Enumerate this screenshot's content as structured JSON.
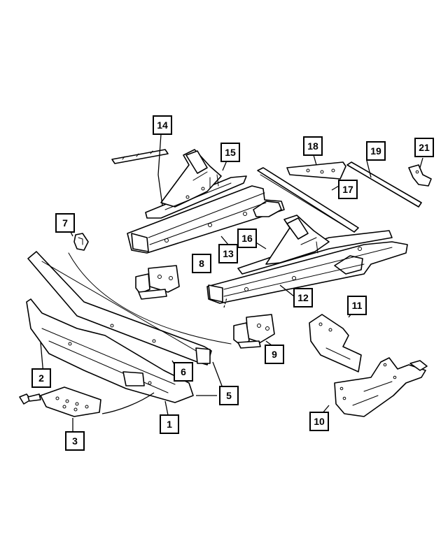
{
  "callouts": [
    {
      "id": "1",
      "label": "1"
    },
    {
      "id": "2",
      "label": "2"
    },
    {
      "id": "3",
      "label": "3"
    },
    {
      "id": "5",
      "label": "5"
    },
    {
      "id": "6",
      "label": "6"
    },
    {
      "id": "7",
      "label": "7"
    },
    {
      "id": "8",
      "label": "8"
    },
    {
      "id": "9",
      "label": "9"
    },
    {
      "id": "10",
      "label": "10"
    },
    {
      "id": "11",
      "label": "11"
    },
    {
      "id": "12",
      "label": "12"
    },
    {
      "id": "13",
      "label": "13"
    },
    {
      "id": "14",
      "label": "14"
    },
    {
      "id": "15",
      "label": "15"
    },
    {
      "id": "16",
      "label": "16"
    },
    {
      "id": "17",
      "label": "17"
    },
    {
      "id": "18",
      "label": "18"
    },
    {
      "id": "19",
      "label": "19"
    },
    {
      "id": "21",
      "label": "21"
    }
  ]
}
